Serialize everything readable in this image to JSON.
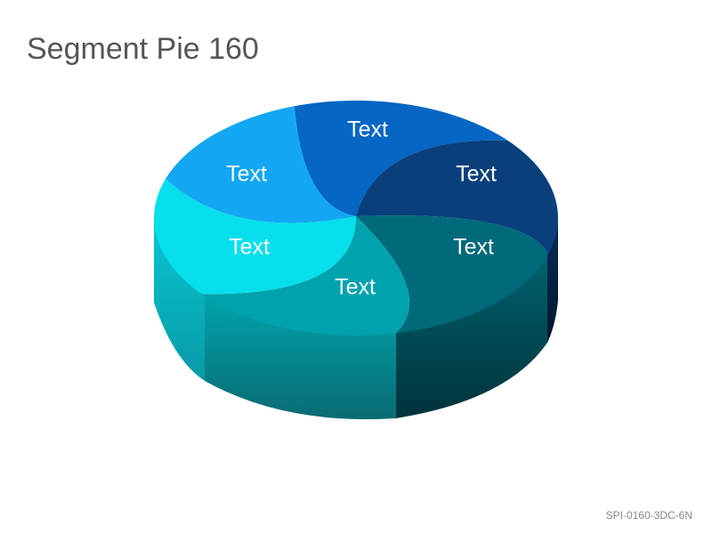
{
  "title": "Segment Pie 160",
  "code": "SPI-0160-3DC-6N",
  "segments": [
    {
      "label": "Text",
      "color": "#0566c4"
    },
    {
      "label": "Text",
      "color": "#0a3f7c"
    },
    {
      "label": "Text",
      "color": "#006a7a"
    },
    {
      "label": "Text",
      "color": "#00a3ad"
    },
    {
      "label": "Text",
      "color": "#07dfec"
    },
    {
      "label": "Text",
      "color": "#13a7f3"
    }
  ]
}
